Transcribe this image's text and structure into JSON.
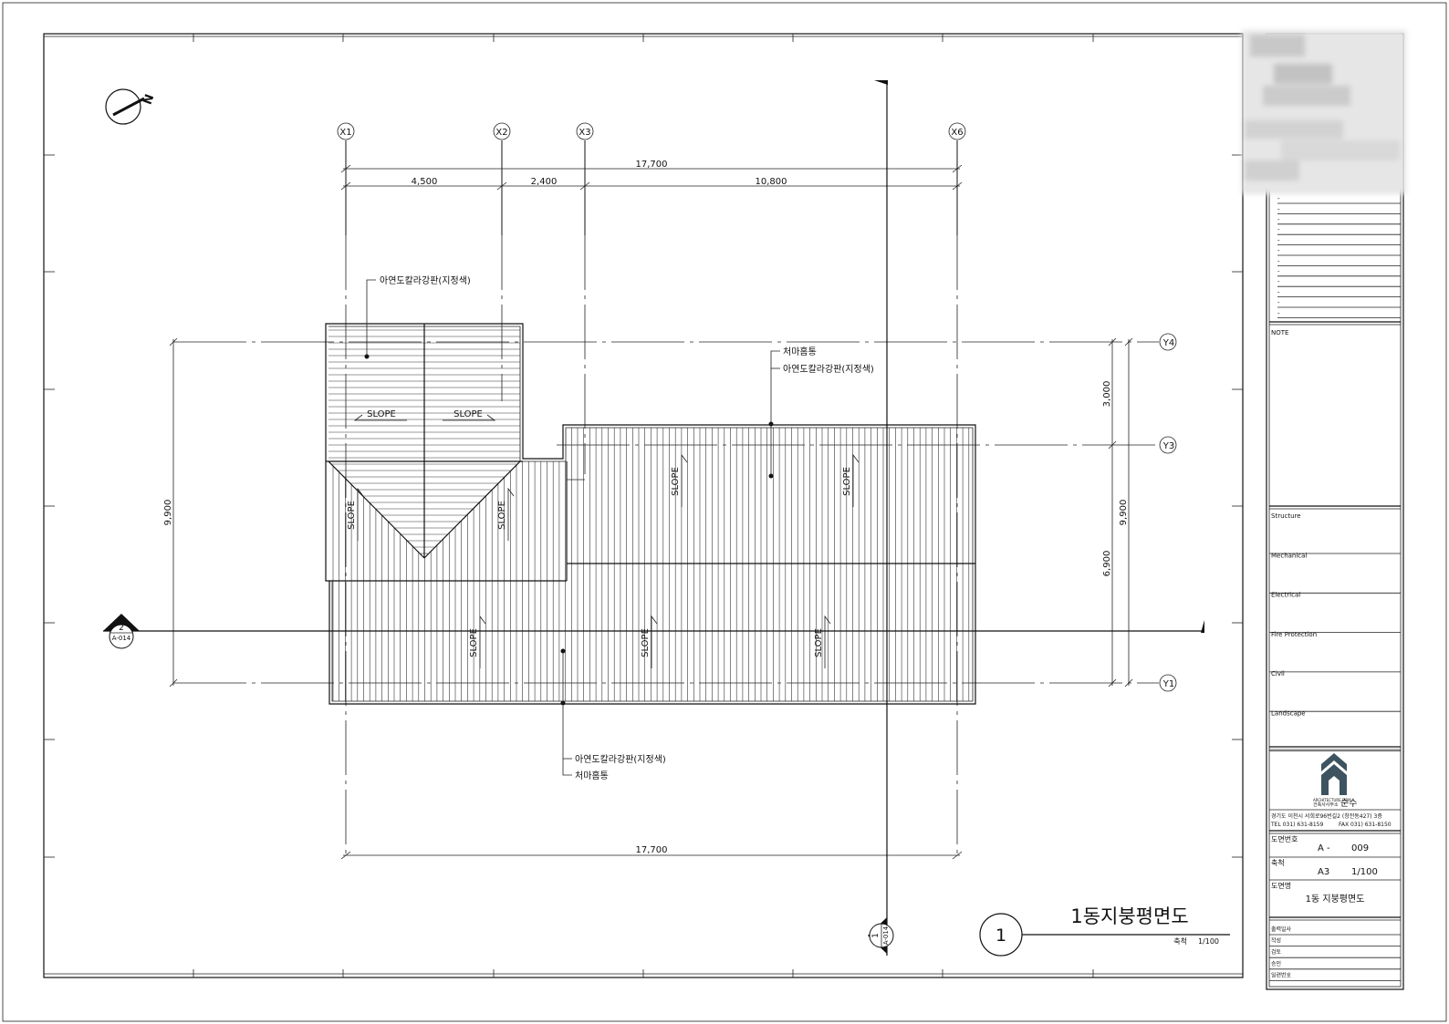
{
  "drawing": {
    "grid_x": [
      "X1",
      "X2",
      "X3",
      "X6"
    ],
    "grid_y": [
      "Y4",
      "Y3",
      "Y1"
    ],
    "dims_top": {
      "total": "17,700",
      "seg1": "4,500",
      "seg2": "2,400",
      "seg3": "10,800"
    },
    "dim_bottom": "17,700",
    "dim_left": "9,900",
    "dims_right": {
      "upper": "3,000",
      "lower": "6,900",
      "total": "9,900"
    },
    "slope_label": "SLOPE",
    "callout_a": {
      "line1": "아연도칼라강판(지정색)"
    },
    "callout_b": {
      "line1": "처마홈통",
      "line2": "아연도칼라강판(지정색)"
    },
    "callout_c": {
      "line1": "아연도칼라강판(지정색)",
      "line2": "처마홈통"
    },
    "north_letter": "N",
    "section_marker": {
      "number": "2",
      "sheet": "A-014"
    },
    "section_marker_b": {
      "number": "1",
      "sheet": "A-014"
    },
    "title": {
      "number": "1",
      "name": "1동지붕평면도",
      "scale_label": "축척",
      "scale_value": "1/100"
    }
  },
  "titleblock": {
    "revision_marks": [
      "-",
      "-",
      "-",
      "-",
      "-",
      "-",
      "-",
      "-",
      "-",
      "-",
      "-",
      "-"
    ],
    "note_label": "NOTE",
    "disciplines": [
      "Structure",
      "Mechanical",
      "Electrical",
      "Fire Protection",
      "Civil",
      "Landscape"
    ],
    "firm_small": "ARCHITECTURE FIRM",
    "firm_sub": "건축사사무소",
    "firm_name": "순수",
    "address": "경기도 이천시 서희로96번길2 (창전동427) 3층",
    "tel": "TEL 031) 631-8159",
    "fax": "FAX 031) 631-8150",
    "drawing_no_label": "도면번호",
    "drawing_no_prefix": "A -",
    "drawing_no_value": "009",
    "scale_label": "축척",
    "paper_size": "A3",
    "scale_value": "1/100",
    "drawing_name_label": "도면명",
    "drawing_name": "1동 지붕평면도",
    "bottom_rows": [
      "출력일사",
      "작성",
      "검토",
      "승인",
      "일련번호"
    ]
  },
  "colors": {
    "line": "#111111",
    "logo": "#3d5460",
    "blur": "#c8c8c8"
  }
}
